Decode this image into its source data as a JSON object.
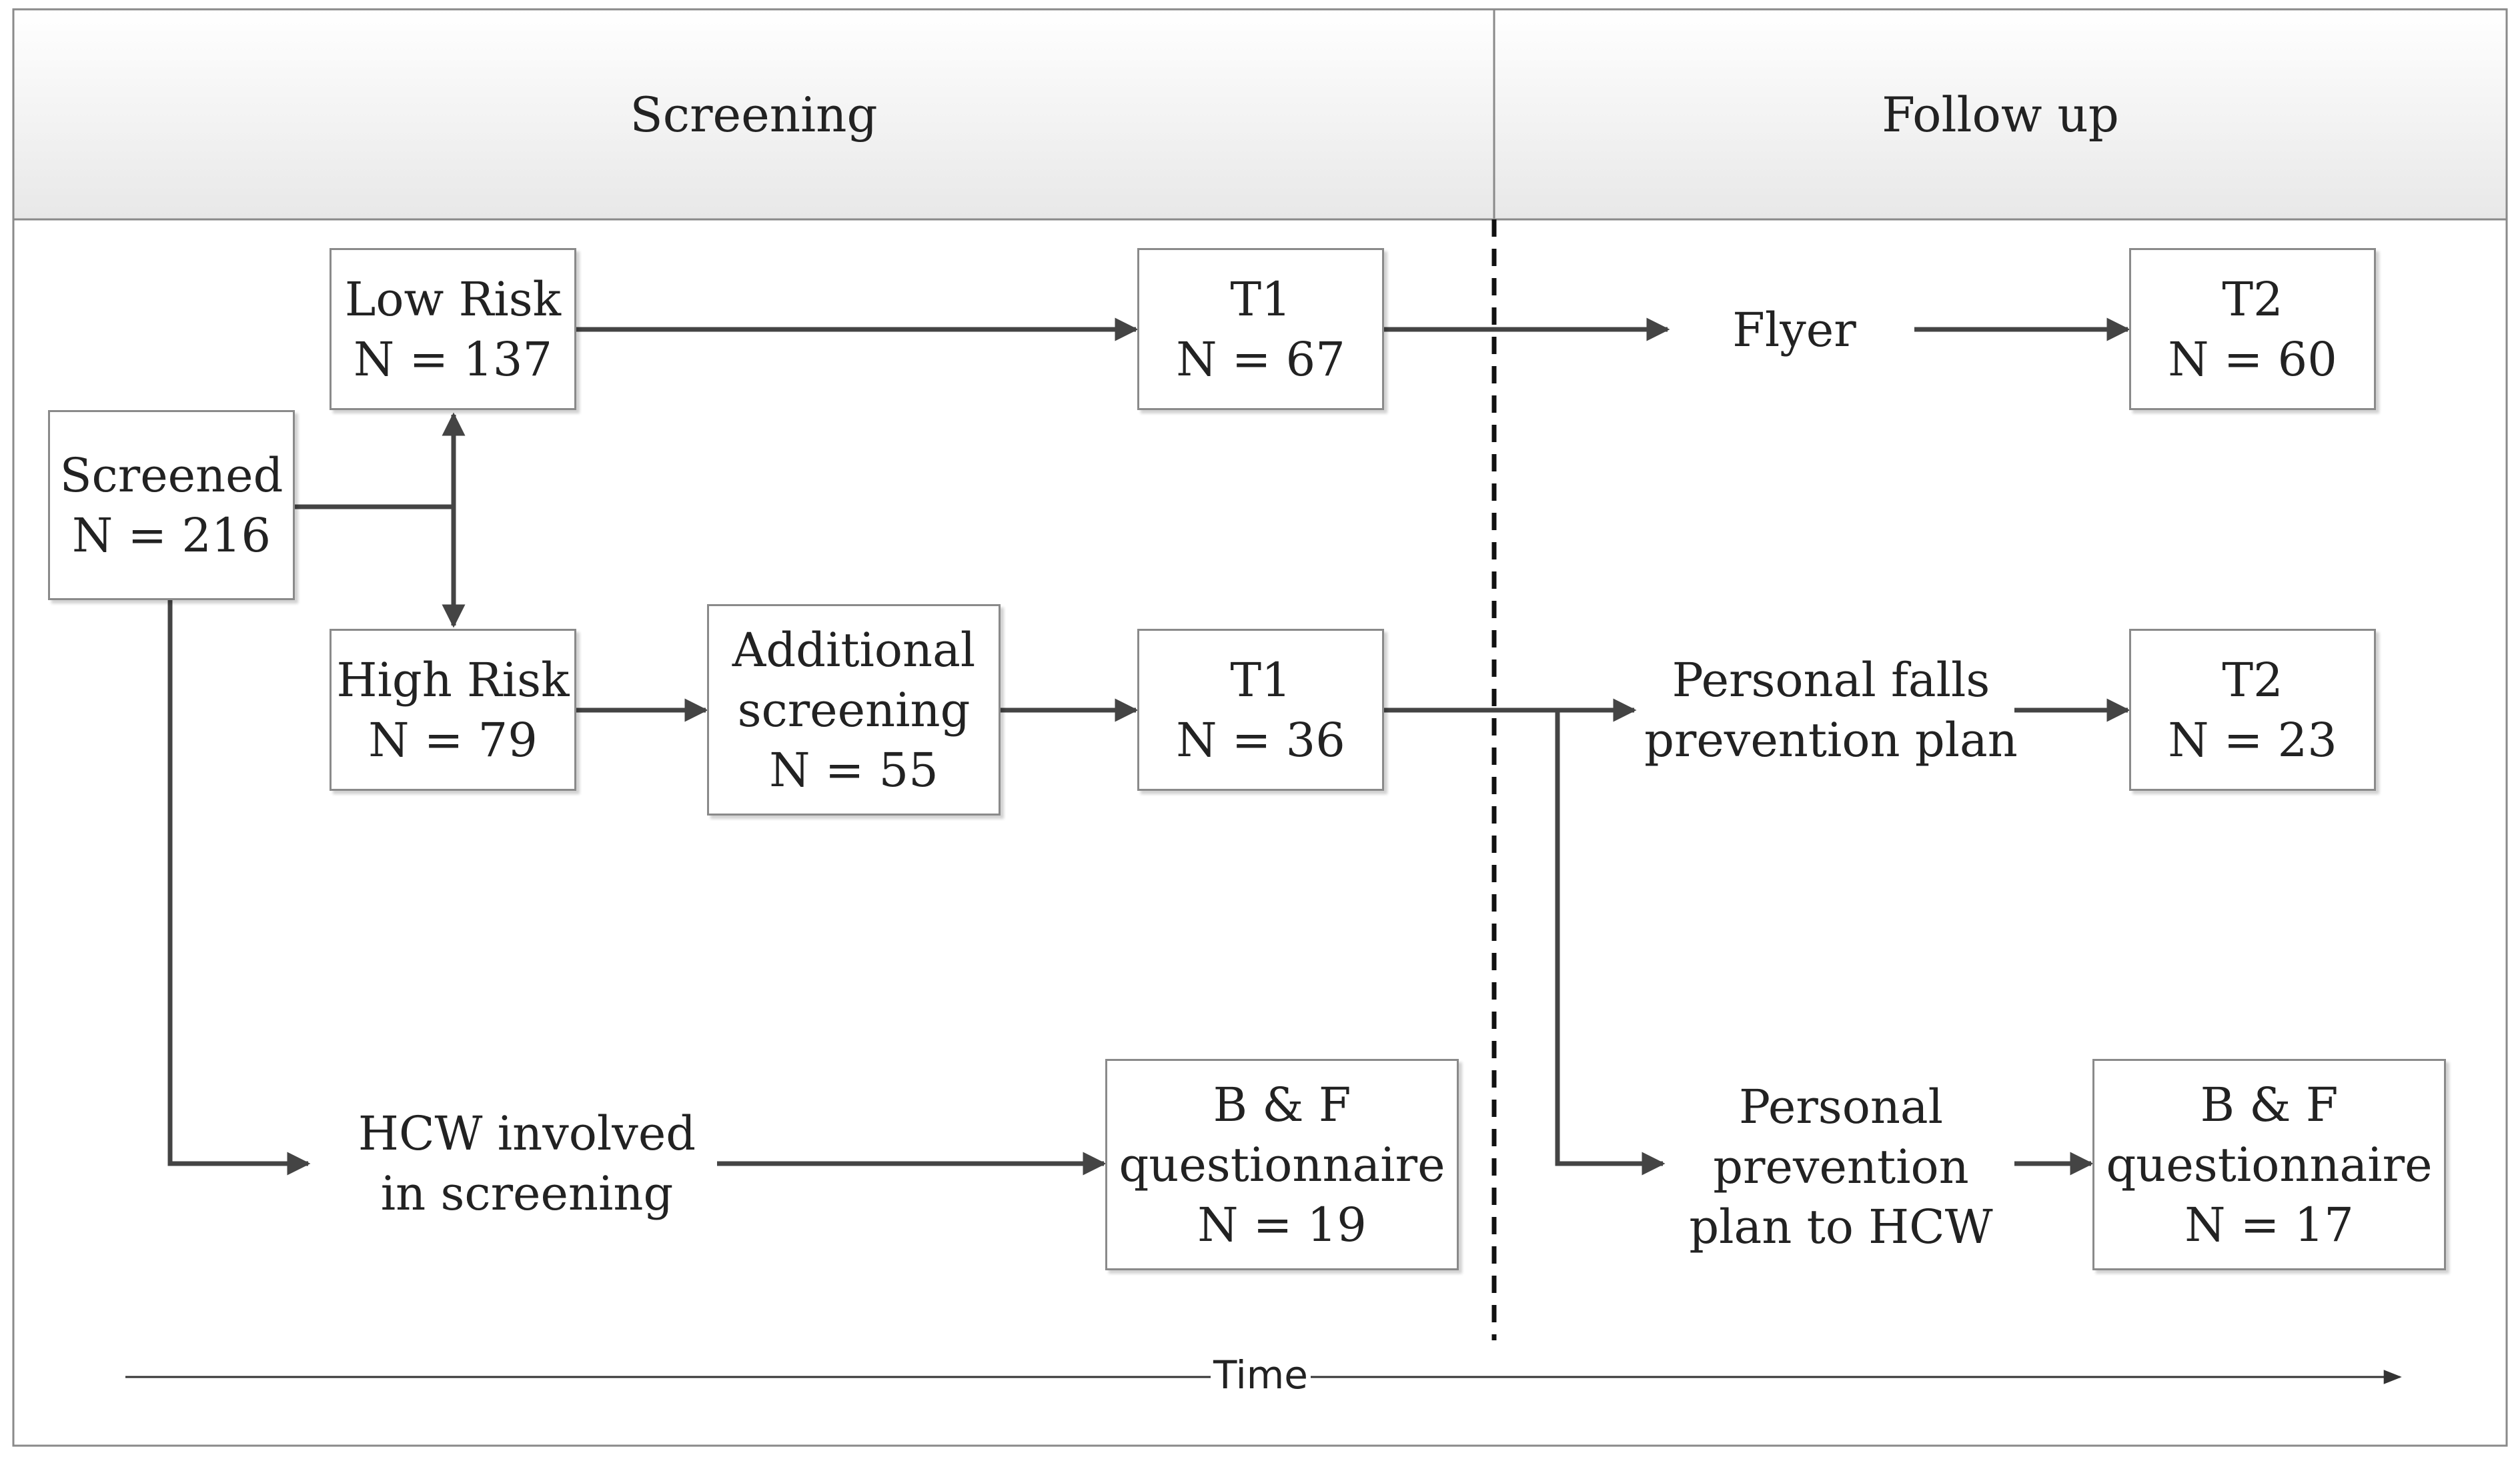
{
  "phases": {
    "screening": "Screening",
    "follow_up": "Follow up"
  },
  "nodes": {
    "screened": [
      "Screened",
      "N = 216"
    ],
    "low_risk": [
      "Low Risk",
      "N = 137"
    ],
    "high_risk": [
      "High Risk",
      "N = 79"
    ],
    "additional_screening": [
      "Additional",
      "screening",
      "N = 55"
    ],
    "t1_low": [
      "T1",
      "N = 67"
    ],
    "t1_high": [
      "T1",
      "N = 36"
    ],
    "t2_low": [
      "T2",
      "N = 60"
    ],
    "t2_high": [
      "T2",
      "N = 23"
    ],
    "bf_screening": [
      "B & F",
      "questionnaire",
      "N = 19"
    ],
    "bf_followup": [
      "B & F",
      "questionnaire",
      "N = 17"
    ]
  },
  "labels": {
    "flyer": [
      "Flyer"
    ],
    "hcw_involved": [
      "HCW involved",
      "in screening"
    ],
    "personal_falls_plan": [
      "Personal falls",
      "prevention plan"
    ],
    "personal_plan_hcw": [
      "Personal",
      "prevention",
      "plan to HCW"
    ]
  },
  "timeline": {
    "label": "Time"
  }
}
